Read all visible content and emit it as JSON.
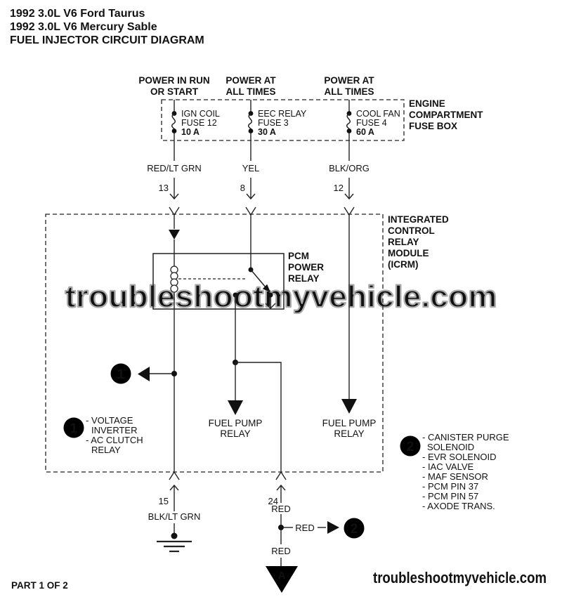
{
  "title": {
    "line1": "1992 3.0L V6 Ford Taurus",
    "line2": "1992 3.0L V6 Mercury Sable",
    "line3": "FUEL INJECTOR CIRCUIT DIAGRAM"
  },
  "columns": [
    {
      "header1": "POWER IN RUN",
      "header2": "OR START",
      "fuse_name": "IGN COIL",
      "fuse_id": "FUSE 12",
      "fuse_amps": "10 A",
      "wire_color": "RED/LT GRN",
      "pin": "13"
    },
    {
      "header1": "POWER AT",
      "header2": "ALL TIMES",
      "fuse_name": "EEC RELAY",
      "fuse_id": "FUSE 3",
      "fuse_amps": "30 A",
      "wire_color": "YEL",
      "pin": "8"
    },
    {
      "header1": "POWER AT",
      "header2": "ALL TIMES",
      "fuse_name": "COOL FAN",
      "fuse_id": "FUSE 4",
      "fuse_amps": "60 A",
      "wire_color": "BLK/ORG",
      "pin": "12"
    }
  ],
  "fuse_box_label": [
    "ENGINE",
    "COMPARTMENT",
    "FUSE BOX"
  ],
  "icrm_label": [
    "INTEGRATED",
    "CONTROL",
    "RELAY",
    "MODULE",
    "(ICRM)"
  ],
  "relay_label": [
    "PCM",
    "POWER",
    "RELAY"
  ],
  "callout1": {
    "number": "1",
    "items": [
      "- VOLTAGE",
      "INVERTER",
      "- AC CLUTCH",
      "RELAY"
    ]
  },
  "callout2": {
    "number": "2",
    "items": [
      "- CANISTER PURGE",
      "SOLENOID",
      "- EVR SOLENOID",
      "- IAC VALVE",
      "- MAF SENSOR",
      "- PCM PIN 37",
      "- PCM PIN 57",
      "- AXODE TRANS."
    ]
  },
  "fuel_pump_relay_left": [
    "FUEL PUMP",
    "RELAY"
  ],
  "fuel_pump_relay_right": [
    "FUEL PUMP",
    "RELAY"
  ],
  "bottom_left_pin": {
    "pin": "15",
    "wire_color": "BLK/LT GRN"
  },
  "bottom_right_pin": {
    "pin": "24",
    "wire_color": "RED",
    "branch_wire_color": "RED",
    "down_wire_color": "RED"
  },
  "connector_a": "A",
  "watermark": "troubleshootmyvehicle.com",
  "footer": {
    "part": "PART 1 OF 2",
    "site": "troubleshootmyvehicle.com"
  },
  "colors": {
    "line": "#222222",
    "watermark_outline": "#ababab",
    "watermark_fill": "#efefef",
    "badge_bg": "#000000",
    "badge_text": "#ffffff"
  }
}
